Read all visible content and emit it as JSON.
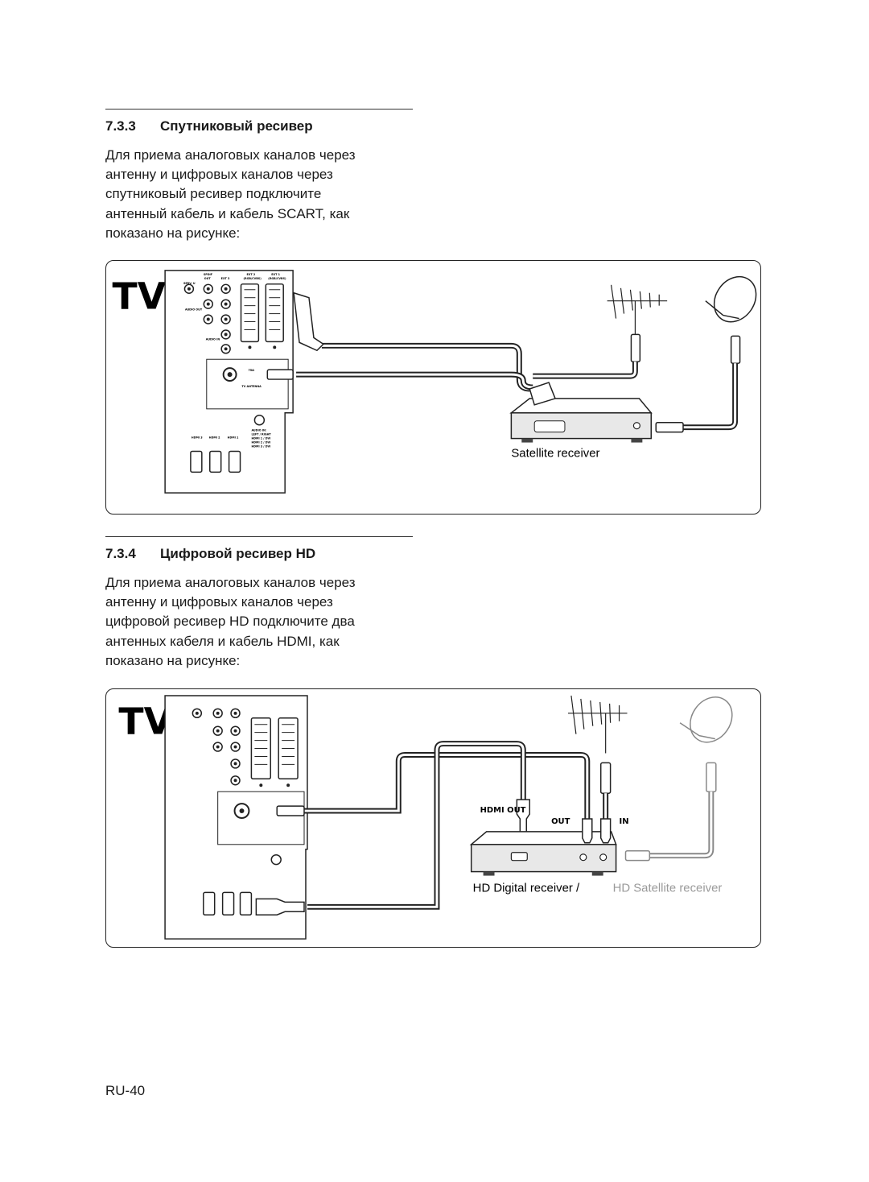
{
  "section1": {
    "number": "7.3.3",
    "title": "Спутниковый ресивер",
    "lines": [
      "Для приема аналоговых каналов через",
      "антенну и цифровых каналов через",
      "спутниковый ресивер подключите",
      "антенный кабель и кабель SCART, как",
      "показано на рисунке:"
    ]
  },
  "diagram1": {
    "tv_label": "TV",
    "panel": {
      "serv_u": "SERV. U",
      "spdif": "SPDIF",
      "spdif_out": "OUT",
      "ext3": "EXT 3",
      "ext2": "EXT 2",
      "ext2_sub": "(RGB/CVBS)",
      "ext1": "EXT 1",
      "ext1_sub": "(RGB/CVBS)",
      "audio_out": "AUDIO OUT",
      "audio_in": "AUDIO IN",
      "ohm": "75Ω",
      "tv_antenna": "TV ANTENNA",
      "audio_in_hdmi": "AUDIO IN:",
      "left_right": "LEFT / RIGHT",
      "hdmi1_dvi": "HDMI 1 / DVI",
      "hdmi2_dvi": "HDMI 2 / DVI",
      "hdmi3_dvi": "HDMI 3 / DVI",
      "hdmi3": "HDMI 3",
      "hdmi2": "HDMI 2",
      "hdmi1": "HDMI 1"
    },
    "receiver_caption": "Satellite receiver"
  },
  "section2": {
    "number": "7.3.4",
    "title": "Цифровой ресивер HD",
    "lines": [
      "Для приема аналоговых каналов через",
      "антенну и цифровых каналов через",
      "цифровой ресивер HD подключите два",
      "антенных кабеля и кабель HDMI, как",
      "показано на рисунке:"
    ]
  },
  "diagram2": {
    "tv_label": "TV",
    "hdmi_out": "HDMI OUT",
    "ant_out": "OUT",
    "ant_in": "IN",
    "caption_main": "HD Digital receiver /",
    "caption_alt": "HD Satellite receiver"
  },
  "page_number": "RU-40",
  "colors": {
    "text": "#1a1a1a",
    "caption_alt": "#9a9a9a",
    "cable": "#222222"
  }
}
